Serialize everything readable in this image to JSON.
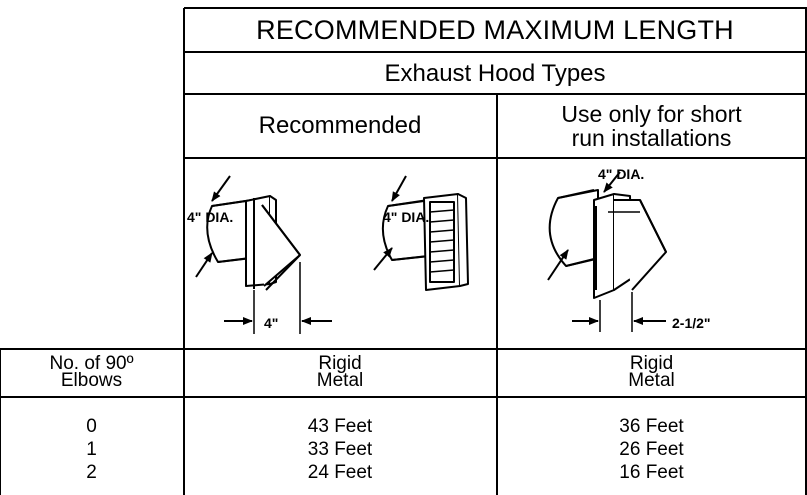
{
  "header": {
    "title": "RECOMMENDED MAXIMUM LENGTH",
    "subtitle": "Exhaust Hood Types",
    "recommended": "Recommended",
    "short_run_line1": "Use only for short",
    "short_run_line2": "run installations"
  },
  "diagrams": {
    "hood1_dia": "4\" DIA.",
    "hood2_dia": "4\" DIA.",
    "hood1_length": "4\"",
    "hood3_dia": "4\" DIA.",
    "hood3_length": "2-1/2\""
  },
  "table": {
    "col_elbows_line1": "No. of 90º",
    "col_elbows_line2": "Elbows",
    "col_rigid1_line1": "Rigid",
    "col_rigid1_line2": "Metal",
    "col_rigid2_line1": "Rigid",
    "col_rigid2_line2": "Metal",
    "rows": [
      {
        "elbows": "0",
        "recommended": "43 Feet",
        "short_run": "36 Feet"
      },
      {
        "elbows": "1",
        "recommended": "33 Feet",
        "short_run": "26 Feet"
      },
      {
        "elbows": "2",
        "recommended": "24 Feet",
        "short_run": "16 Feet"
      }
    ]
  }
}
